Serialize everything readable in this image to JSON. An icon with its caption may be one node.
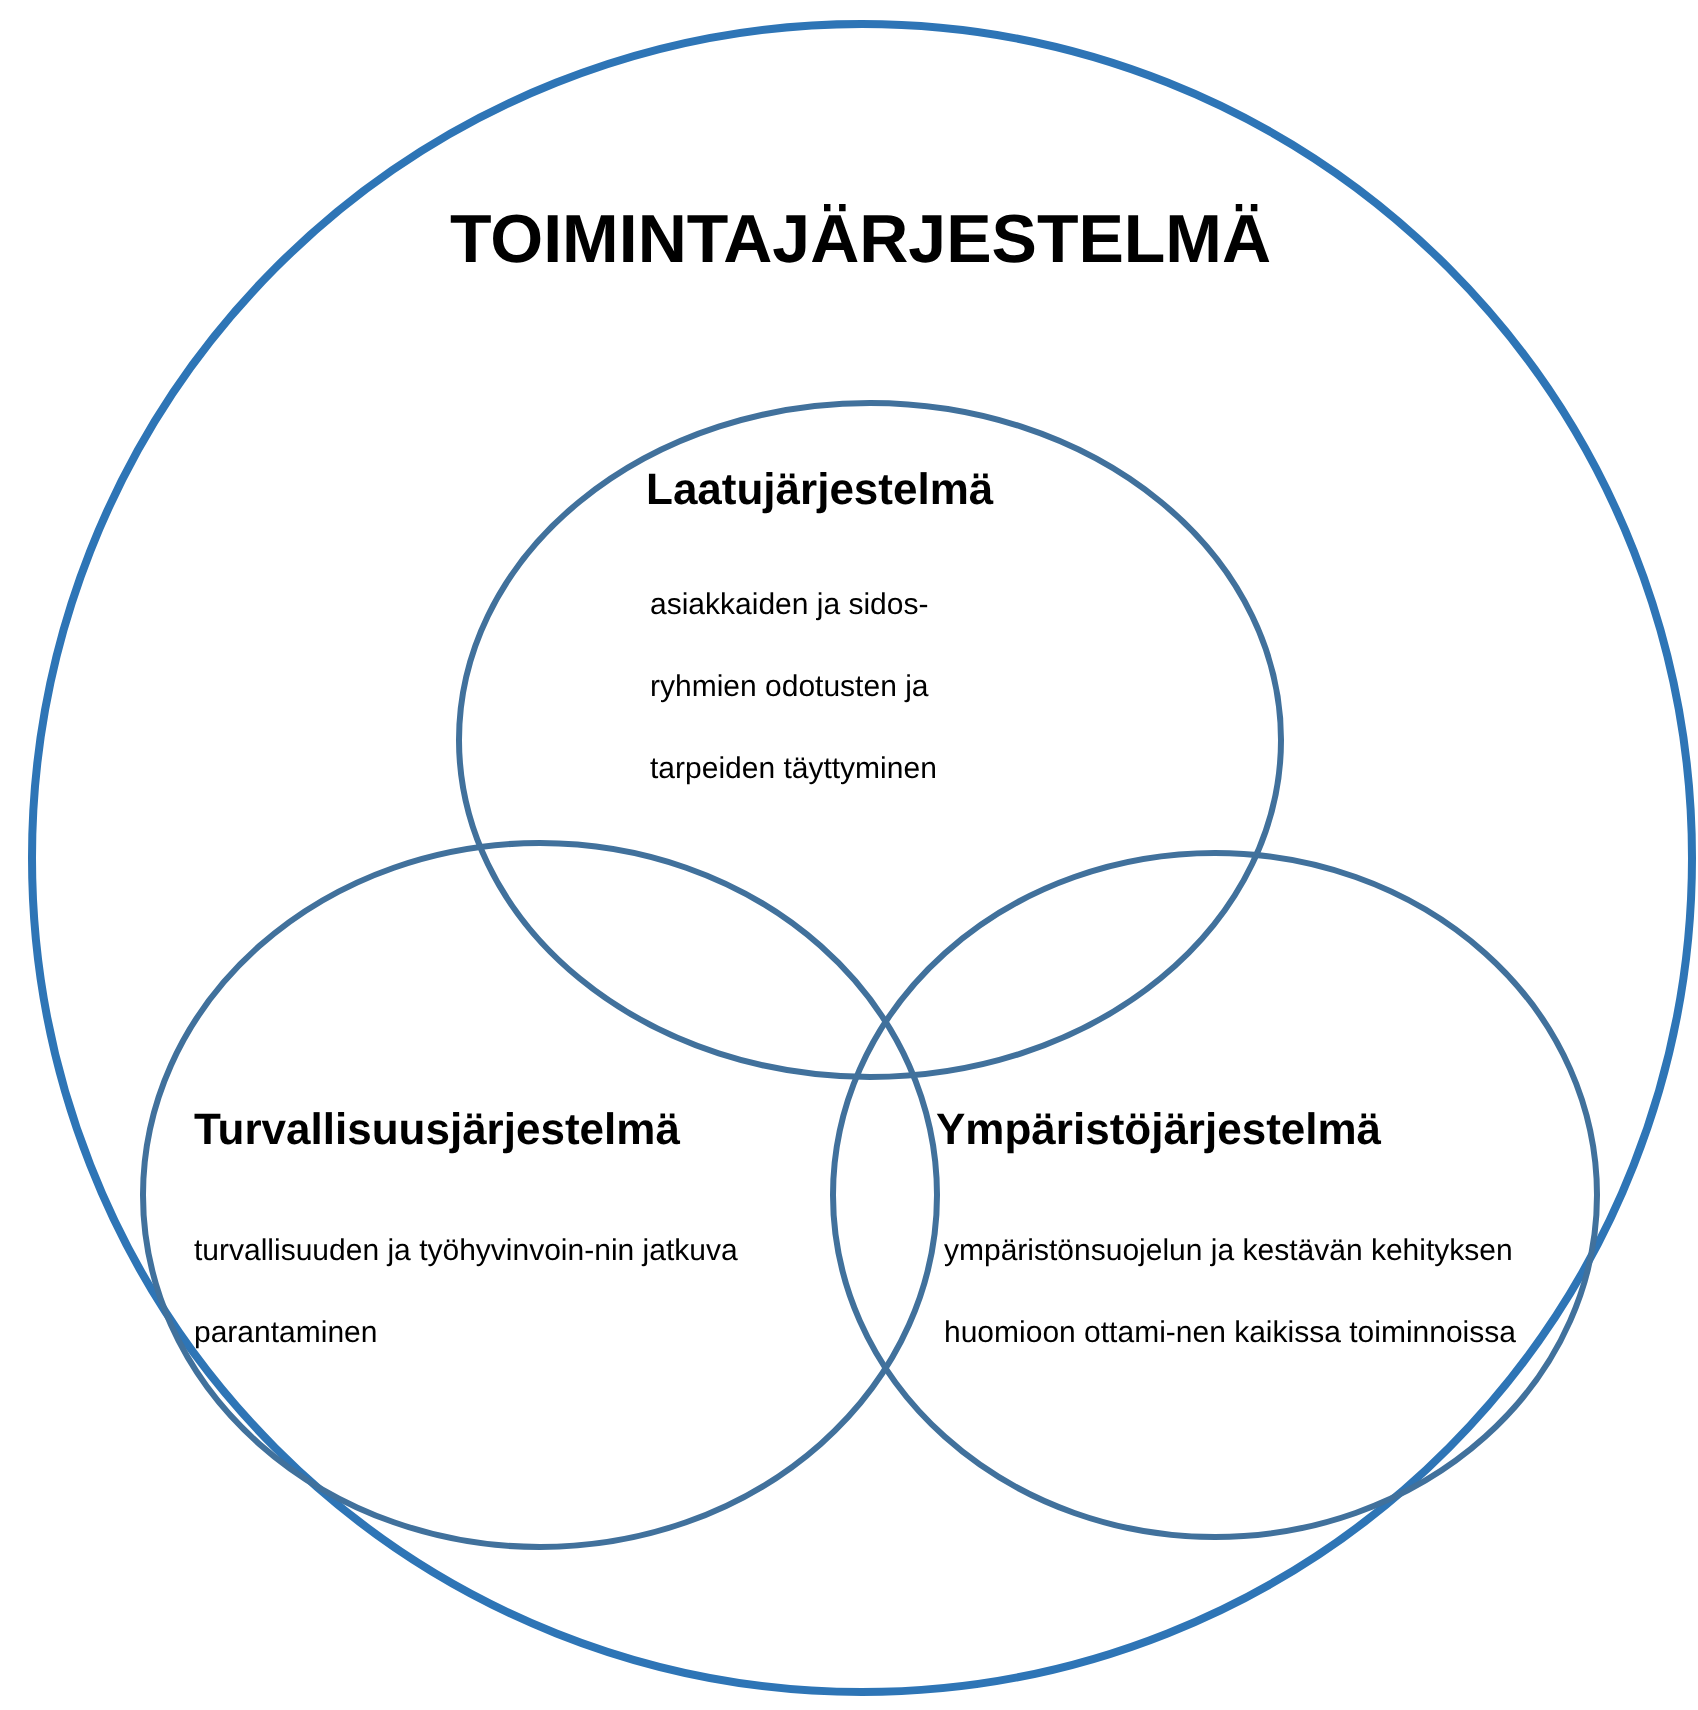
{
  "diagram": {
    "nodes": [
      {
        "text": [
          "TOIMINTAJÄRJESTELMÄ"
        ]
      },
      {
        "text": [
          "Laatujärjestelmä",
          "asiakkaiden ja sidos-ryhmien odotusten ja tarpeiden täyttyminen"
        ],
        "in": 0
      },
      {
        "text": [
          "Turvallisuusjärjestelmä",
          "turvallisuuden ja työhyvinvoin-nin jatkuva parantaminen"
        ],
        "in": 0
      },
      {
        "text": [
          "Ympäristöjärjestelmä",
          "ympäristönsuojelun ja kestävän kehityksen huomioon ottami-nen kaikissa toiminnoissa"
        ],
        "in": 0
      }
    ]
  }
}
